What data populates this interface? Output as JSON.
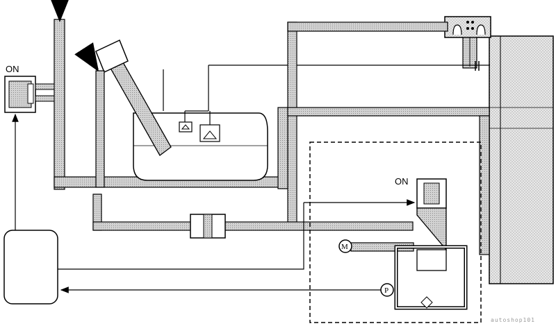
{
  "labels": {
    "purge_valve_state": "ON",
    "shutoff_valve_state": "ON",
    "motor_symbol": "M",
    "pump_symbol": "P"
  },
  "watermark": "autoshop101",
  "colors": {
    "line": "#000000",
    "pipe_fill": "#d6d6d6",
    "canister_fill": "#e4e4e4",
    "background": "#ffffff"
  }
}
